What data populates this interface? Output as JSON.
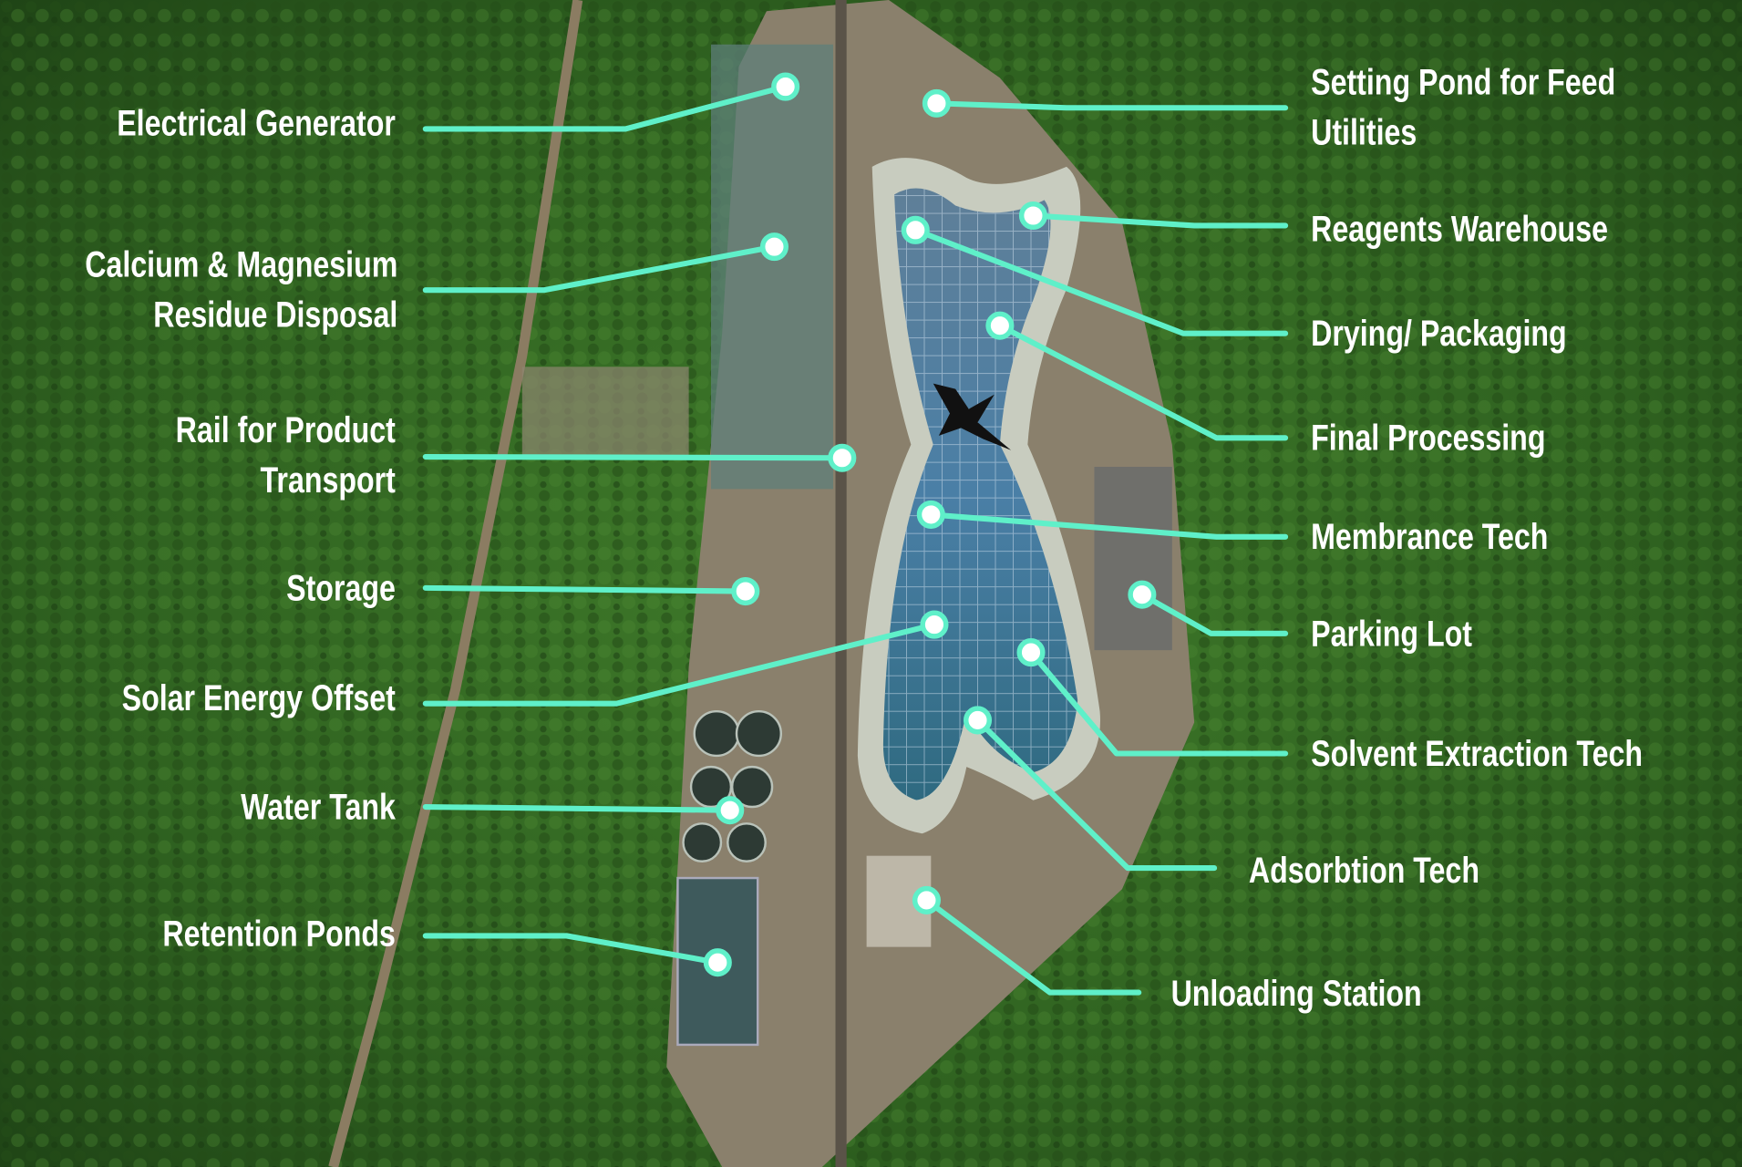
{
  "colors": {
    "accent": "#5ff0c9",
    "label": "#ffffff",
    "forest": "#2c5a1e"
  },
  "map": {
    "logo_icon": "x-logo-icon"
  },
  "labels_left": [
    {
      "lines": [
        "Electrical Generator"
      ]
    },
    {
      "lines": [
        "Calcium & Magnesium",
        "Residue Disposal"
      ]
    },
    {
      "lines": [
        "Rail for Product",
        "Transport"
      ]
    },
    {
      "lines": [
        "Storage"
      ]
    },
    {
      "lines": [
        "Solar Energy Offset"
      ]
    },
    {
      "lines": [
        "Water Tank"
      ]
    },
    {
      "lines": [
        "Retention Ponds"
      ]
    }
  ],
  "labels_right": [
    {
      "lines": [
        "Setting Pond for Feed",
        "Utilities"
      ]
    },
    {
      "lines": [
        "Reagents Warehouse"
      ]
    },
    {
      "lines": [
        "Drying/ Packaging"
      ]
    },
    {
      "lines": [
        "Final Processing"
      ]
    },
    {
      "lines": [
        "Membrance Tech"
      ]
    },
    {
      "lines": [
        "Parking Lot"
      ]
    },
    {
      "lines": [
        "Solvent Extraction Tech"
      ]
    },
    {
      "lines": [
        "Adsorbtion Tech"
      ]
    },
    {
      "lines": [
        "Unloading Station"
      ]
    }
  ]
}
